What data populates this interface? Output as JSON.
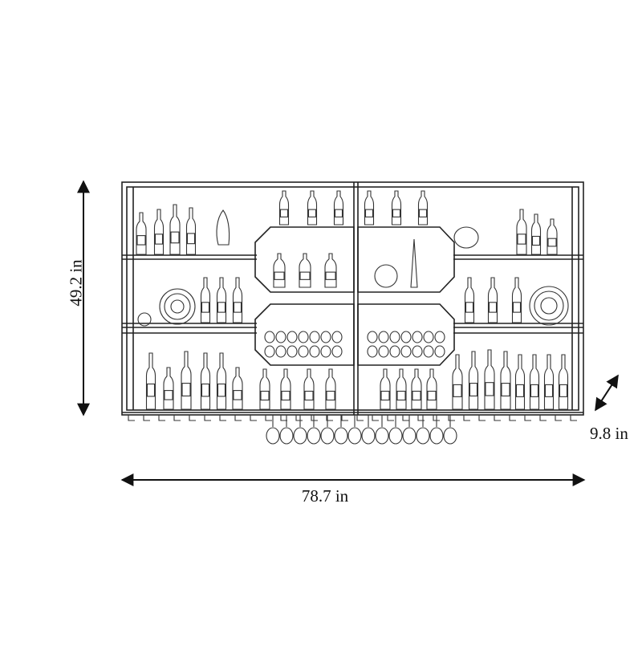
{
  "dimensions": {
    "height": "49.2 in",
    "width": "78.7 in",
    "depth": "9.8 in"
  },
  "colors": {
    "line": "#222222",
    "background": "#ffffff"
  }
}
